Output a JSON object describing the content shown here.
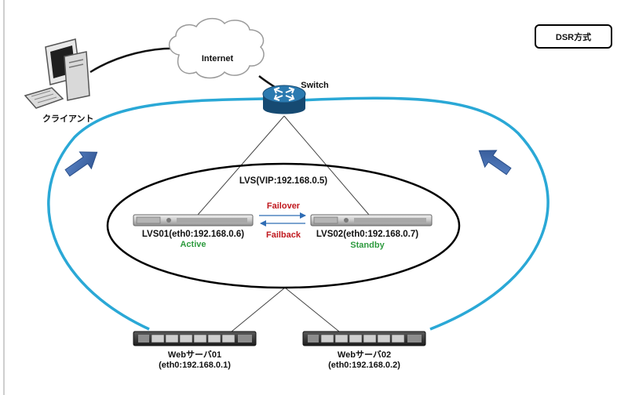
{
  "badge": "DSR方式",
  "labels": {
    "internet": "Internet",
    "switch": "Switch",
    "client": "クライアント",
    "vip": "LVS(VIP:192.168.0.5)",
    "failover": "Failover",
    "failback": "Failback",
    "lvs01": "LVS01(eth0:192.168.0.6)",
    "lvs01_state": "Active",
    "lvs02": "LVS02(eth0:192.168.0.7)",
    "lvs02_state": "Standby",
    "web01_name": "Webサーバ01",
    "web01_ip": "(eth0:192.168.0.1)",
    "web02_name": "Webサーバ02",
    "web02_ip": "(eth0:192.168.0.2)"
  },
  "colors": {
    "return_path": "#2aa8d6",
    "flow_arrow": "#3d67ad",
    "failover_text": "#c0181e",
    "status_text": "#2e9b3f",
    "switch_body": "#1e5f8e"
  },
  "icons": {
    "client": "desktop-computer-icon",
    "cloud": "cloud-icon",
    "switch": "router-switch-icon",
    "server": "rack-server-icon"
  }
}
